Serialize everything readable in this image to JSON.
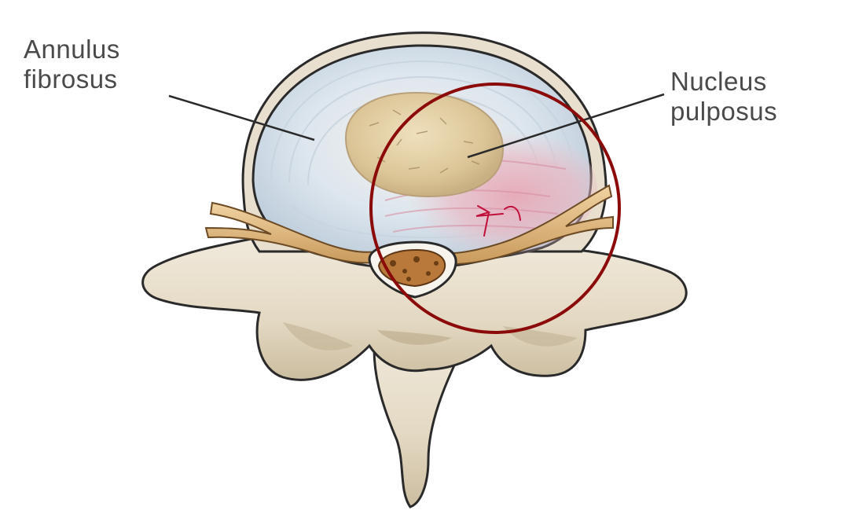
{
  "labels": {
    "annulus": {
      "line1": "Annulus",
      "line2": "fibrosus"
    },
    "nucleus": {
      "line1": "Nucleus",
      "line2": "pulposus"
    }
  },
  "annotation": {
    "circle_color": "#8b0a0a",
    "scribble_color": "#c0103a"
  },
  "colors": {
    "bone": "#e9e0cf",
    "bone_shadow": "#b9ad97",
    "annulus": "#d6e2ec",
    "nucleus": "#e2cfa4",
    "nerve": "#e0b57a",
    "outline": "#2a2a2a"
  }
}
